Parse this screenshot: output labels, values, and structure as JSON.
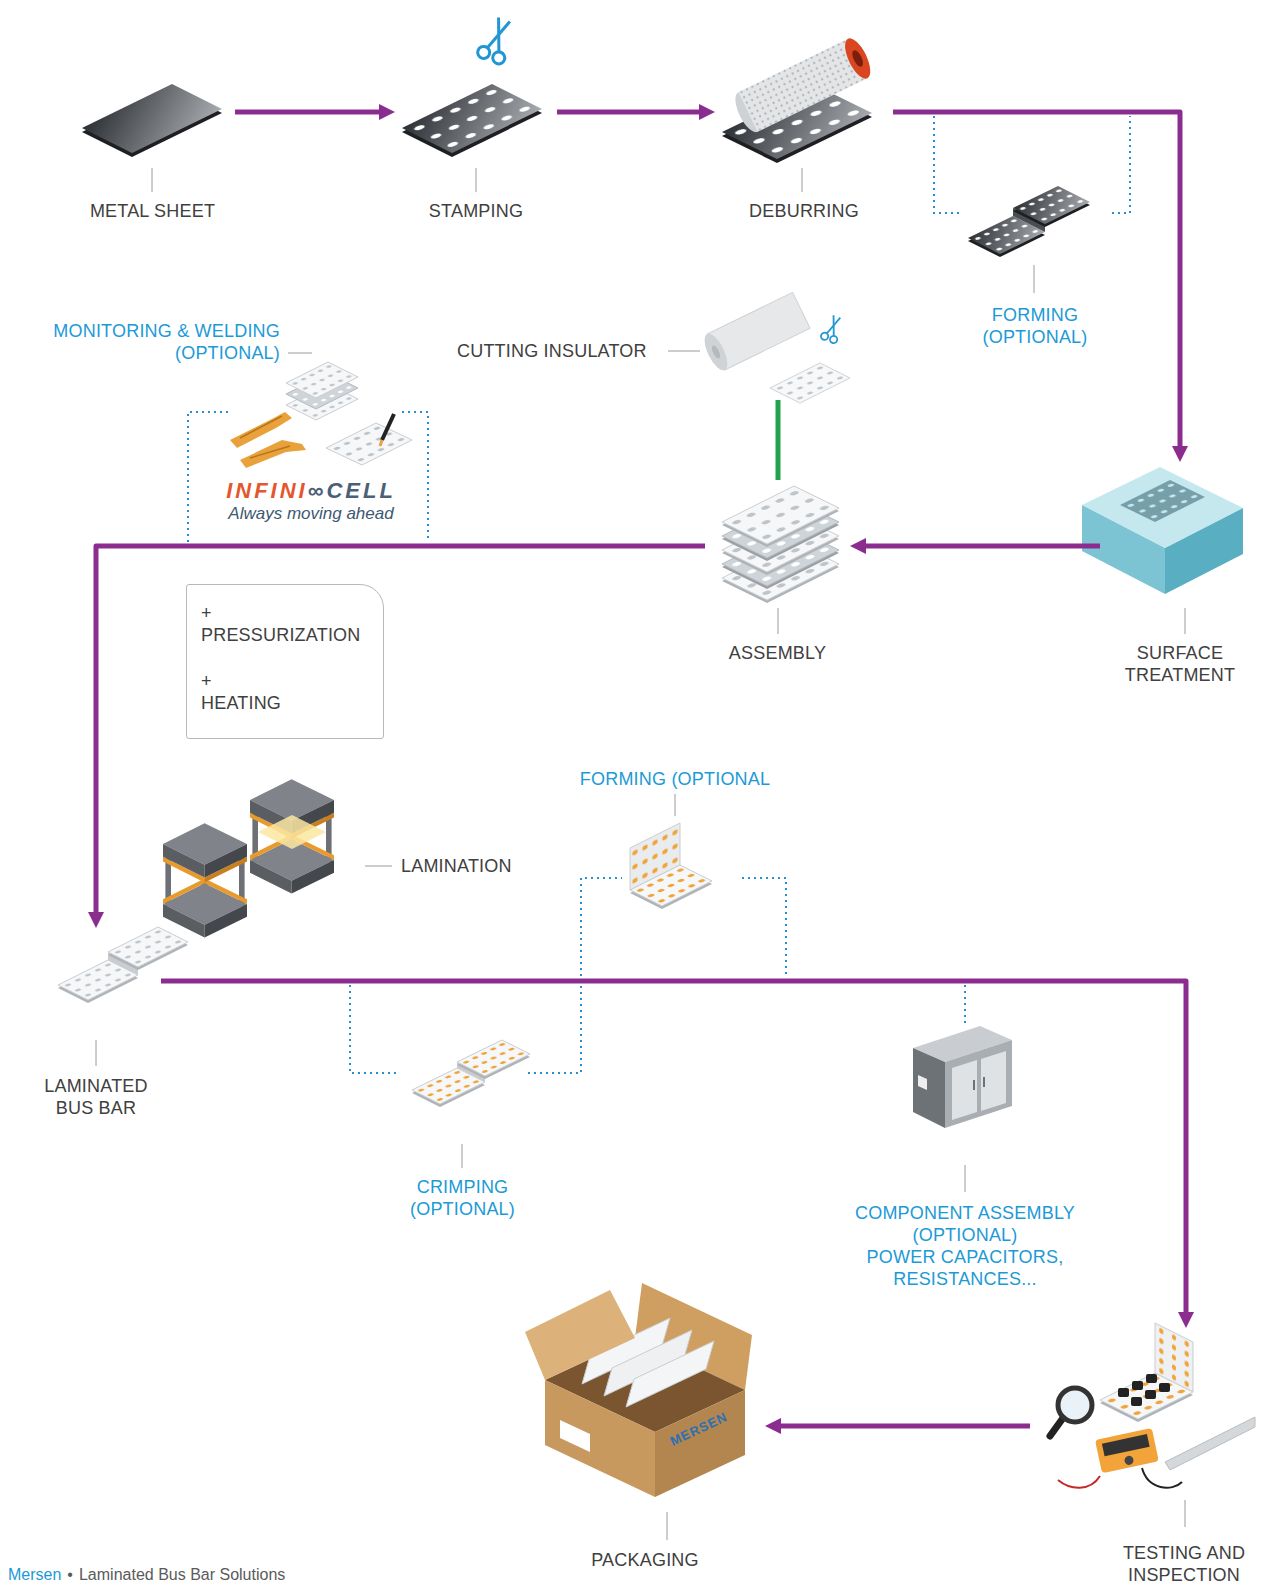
{
  "diagram": {
    "nodes": [
      {
        "text": [
          "METAL SHEET"
        ]
      },
      {
        "text": [
          "STAMPING"
        ]
      },
      {
        "text": [
          "DEBURRING"
        ]
      },
      {
        "text": [
          "FORMING (OPTIONAL)"
        ]
      },
      {
        "text": [
          "SURFACE TREATMENT"
        ]
      },
      {
        "text": [
          "CUTTING INSULATOR"
        ]
      },
      {
        "text": [
          "ASSEMBLY"
        ]
      },
      {
        "text": [
          "MONITORING & WELDING (OPTIONAL)"
        ]
      },
      {
        "text": [
          "+",
          "PRESSURIZATION",
          "+",
          "HEATING"
        ]
      },
      {
        "text": [
          "LAMINATION"
        ]
      },
      {
        "text": [
          "LAMINATED BUS BAR"
        ]
      },
      {
        "text": [
          "CRIMPING (OPTIONAL)"
        ]
      },
      {
        "text": [
          "FORMING (OPTIONAL"
        ]
      },
      {
        "text": [
          "COMPONENT ASSEMBLY (OPTIONAL)",
          "POWER CAPACITORS, RESISTANCES..."
        ]
      },
      {
        "text": [
          "TESTING AND INSPECTION"
        ]
      },
      {
        "text": [
          "PACKAGING"
        ]
      }
    ],
    "edges": [
      {
        "from": 0,
        "to": 1,
        "arrow": "to"
      },
      {
        "from": 1,
        "to": 2,
        "arrow": "to"
      },
      {
        "from": 2,
        "to": 4,
        "arrow": "to"
      },
      {
        "from": 4,
        "to": 6,
        "arrow": "to"
      },
      {
        "from": 5,
        "to": 6,
        "arrow": "none"
      },
      {
        "from": 6,
        "to": 10,
        "arrow": "to"
      },
      {
        "from": 10,
        "to": 14,
        "arrow": "to"
      },
      {
        "from": 14,
        "to": 15,
        "arrow": "to"
      }
    ],
    "labels": [
      "INFINI",
      "∞CELL",
      "Always moving ahead",
      "MERSEN",
      "Mersen",
      "•",
      "Laminated Bus Bar Solutions"
    ]
  }
}
